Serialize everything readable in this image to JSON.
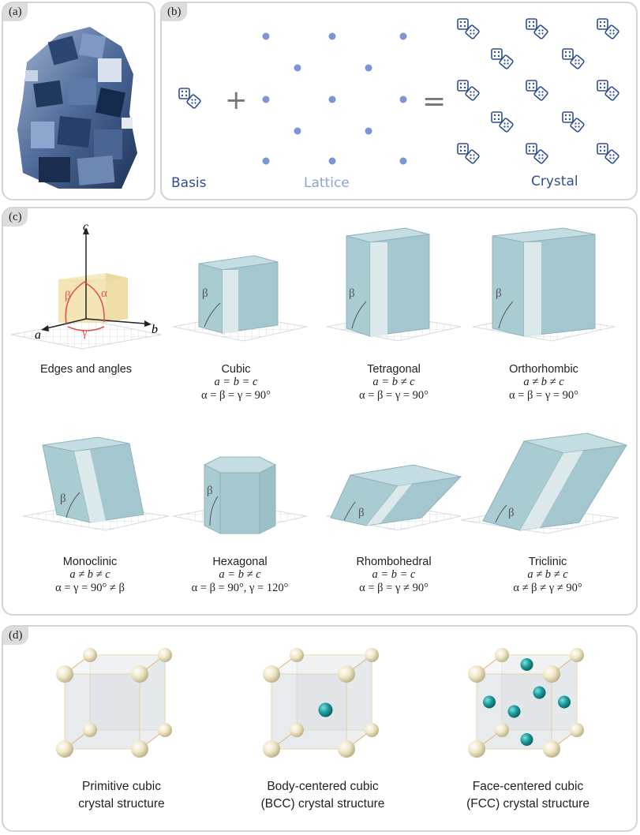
{
  "panels": {
    "a": {
      "label": "(a)"
    },
    "b": {
      "label": "(b)",
      "basis": "Basis",
      "lattice": "Lattice",
      "crystal": "Crystal",
      "plus": "+",
      "equals": "="
    },
    "c": {
      "label": "(c)"
    },
    "d": {
      "label": "(d)"
    }
  },
  "axes": {
    "a": "a",
    "b": "b",
    "c": "c",
    "alpha": "α",
    "beta": "β",
    "gamma": "γ"
  },
  "systems": [
    {
      "name": "Edges and angles",
      "eq1": "",
      "eq2": ""
    },
    {
      "name": "Cubic",
      "eq1": "a = b = c",
      "eq2": "α = β = γ = 90°"
    },
    {
      "name": "Tetragonal",
      "eq1": "a = b ≠ c",
      "eq2": "α = β = γ = 90°"
    },
    {
      "name": "Orthorhombic",
      "eq1": "a ≠ b ≠ c",
      "eq2": "α = β = γ = 90°"
    },
    {
      "name": "Monoclinic",
      "eq1": "a ≠ b ≠ c",
      "eq2": "α = γ = 90° ≠ β"
    },
    {
      "name": "Hexagonal",
      "eq1": "a = b ≠ c",
      "eq2": "α = β = 90°, γ = 120°"
    },
    {
      "name": "Rhombohedral",
      "eq1": "a = b = c",
      "eq2": "α = β = γ ≠ 90°"
    },
    {
      "name": "Triclinic",
      "eq1": "a ≠ b ≠ c",
      "eq2": "α ≠ β ≠ γ ≠ 90°"
    }
  ],
  "beta_symbol": "β",
  "structures": [
    {
      "line1": "Primitive cubic",
      "line2": "crystal structure"
    },
    {
      "line1": "Body-centered cubic",
      "line2": "(BCC) crystal structure"
    },
    {
      "line1": "Face-centered cubic",
      "line2": "(FCC) crystal structure"
    }
  ],
  "colors": {
    "basis_blue": "#2f4f8f",
    "lattice_dot": "#7b95d6",
    "lattice_text": "#8aa4d9",
    "prism_fill": "#a9cbd2",
    "atom_cream": "#efe6c4",
    "atom_teal": "#1e9c9c",
    "cube_edge": "#d9b765"
  }
}
